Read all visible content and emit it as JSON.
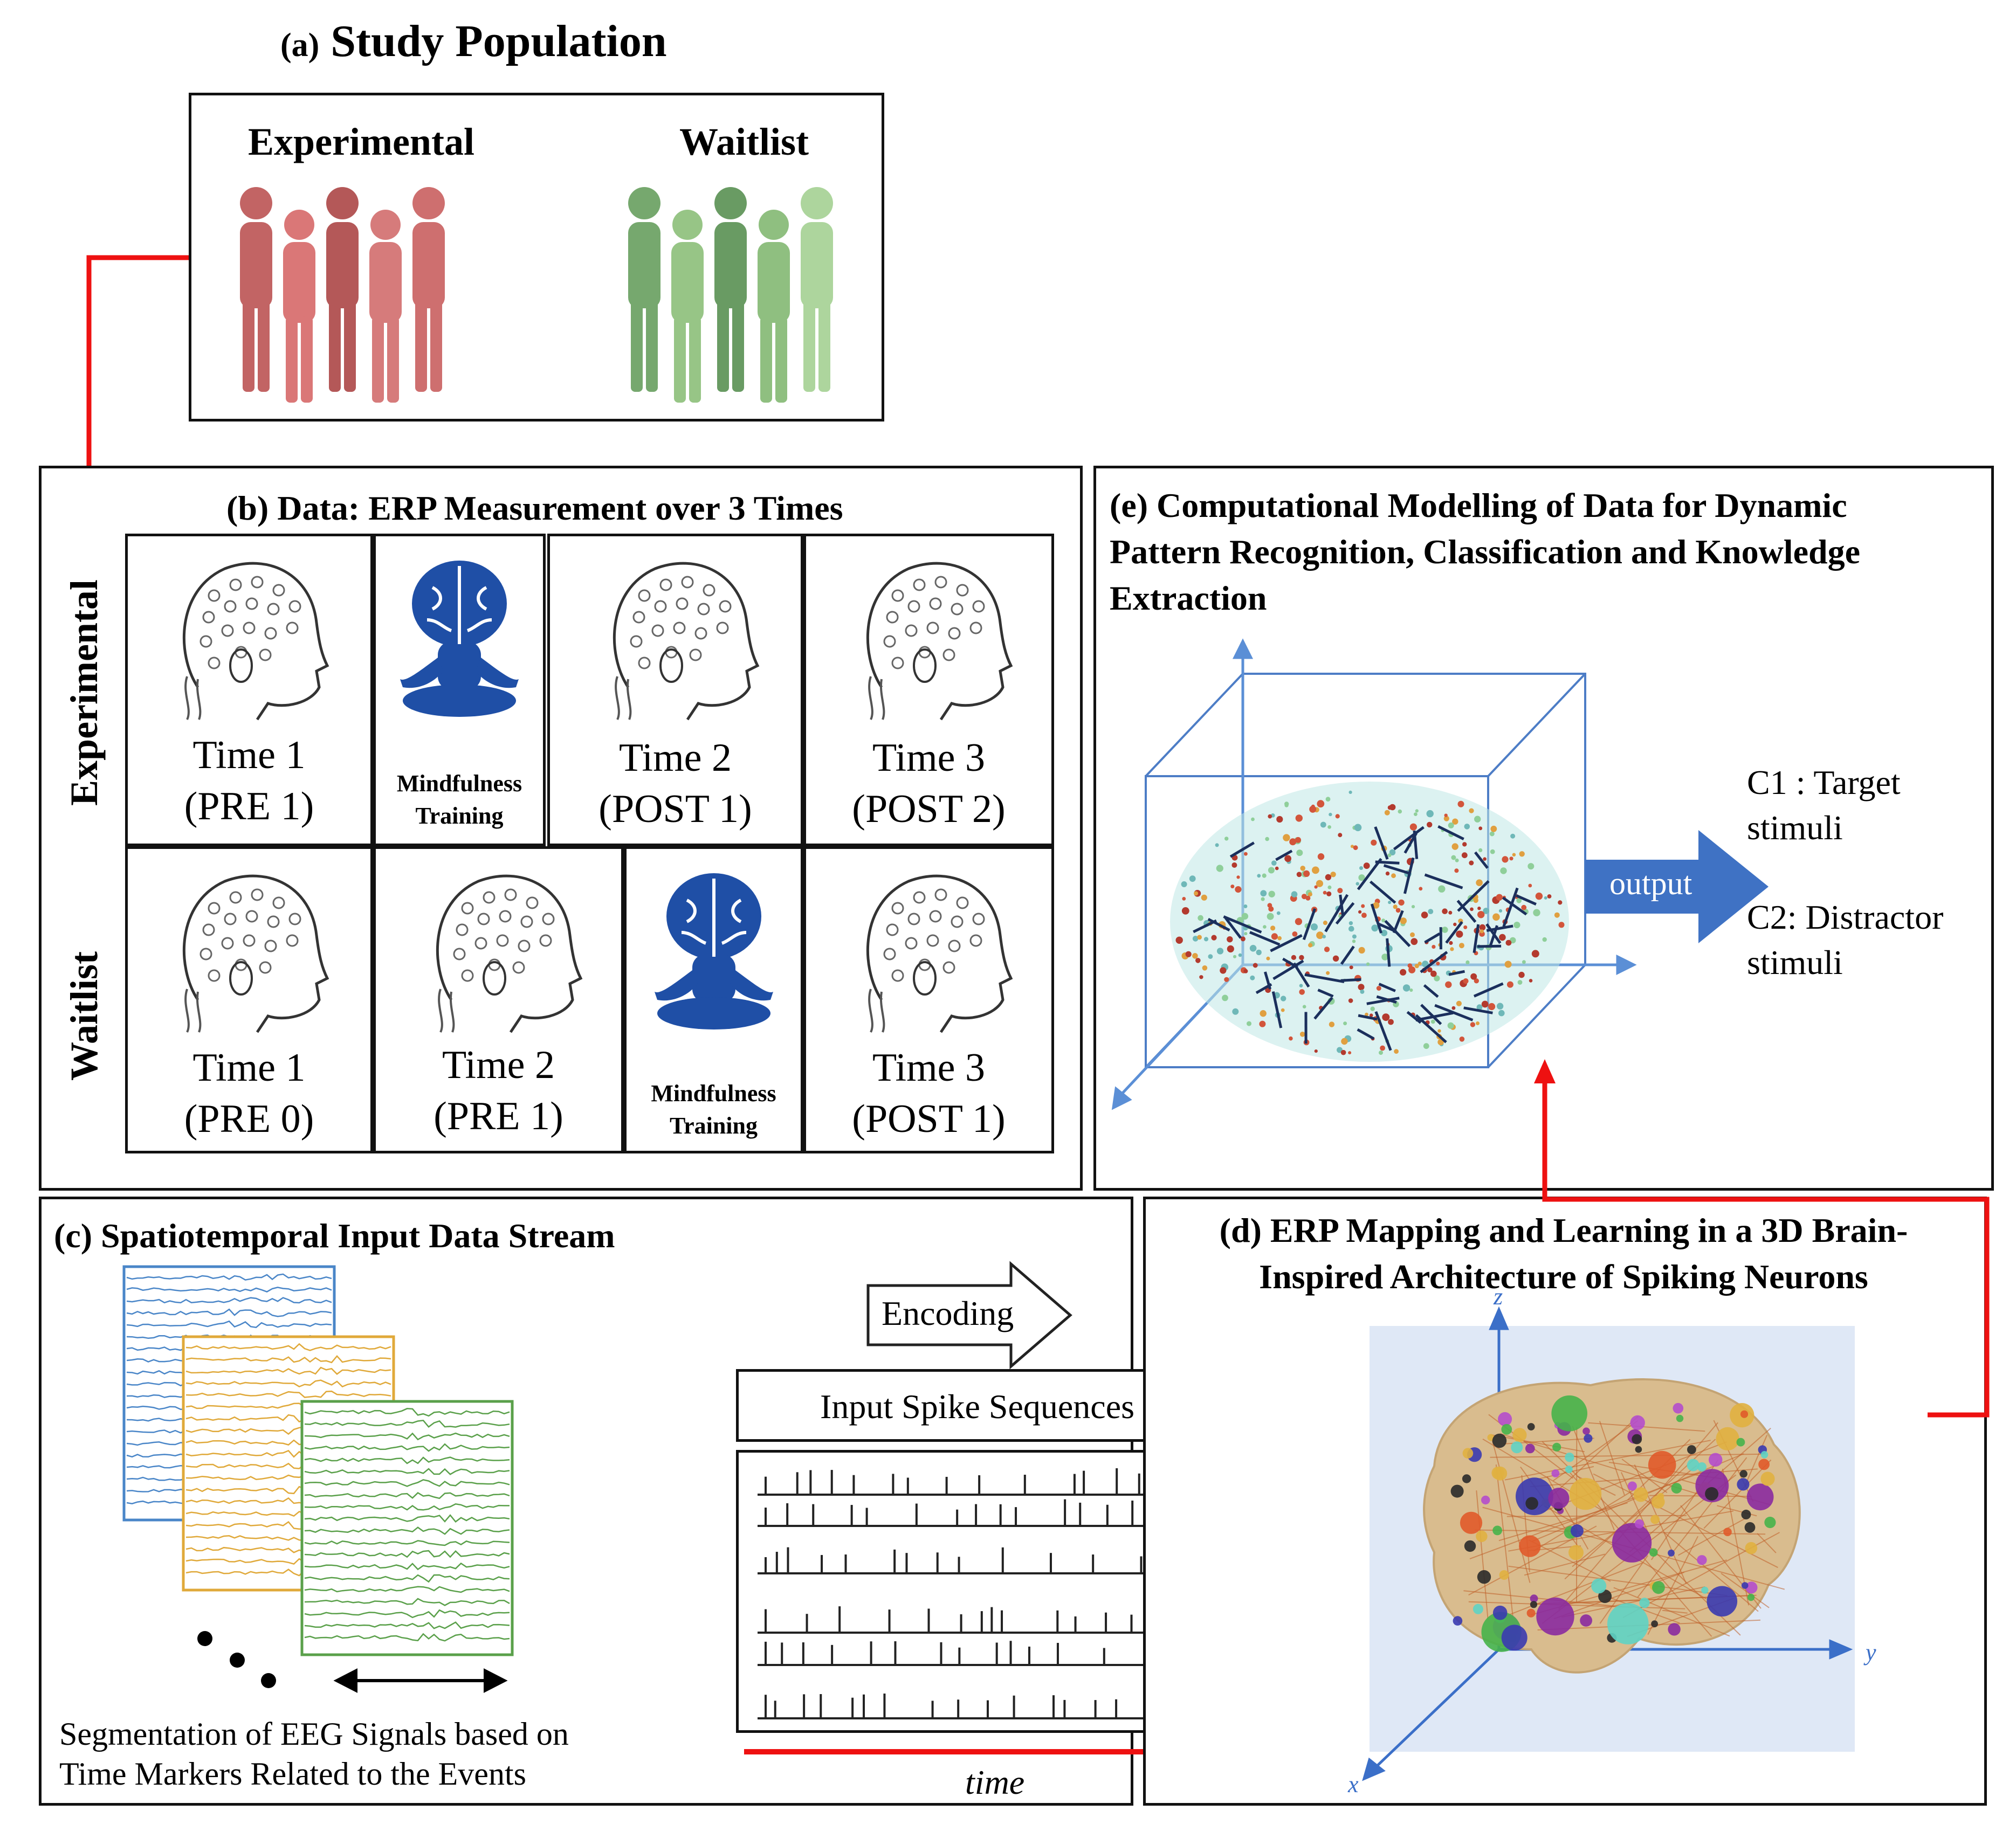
{
  "panel_a": {
    "title": "Study Population",
    "letter": "(a)",
    "group_experimental": "Experimental",
    "group_waitlist": "Waitlist"
  },
  "panel_b": {
    "letter": "(b)",
    "title": "Data: ERP Measurement over 3 Times",
    "row_experimental_label": "Experimental",
    "row_waitlist_label": "Waitlist",
    "experimental_cells": [
      {
        "line1": "Time 1",
        "line2": "(PRE 1)"
      },
      {
        "mind1": "Mindfulness",
        "mind2": "Training"
      },
      {
        "line1": "Time 2",
        "line2": "(POST 1)"
      },
      {
        "line1": "Time 3",
        "line2": "(POST 2)"
      }
    ],
    "waitlist_cells": [
      {
        "line1": "Time 1",
        "line2": "(PRE 0)"
      },
      {
        "line1": "Time 2",
        "line2": "(PRE 1)"
      },
      {
        "mind1": "Mindfulness",
        "mind2": "Training"
      },
      {
        "line1": "Time 3",
        "line2": "(POST 1)"
      }
    ]
  },
  "panel_c": {
    "letter": "(c)",
    "title": "Spatiotemporal Input Data Stream",
    "encoding_label": "Encoding",
    "spike_box_label": "Input Spike Sequences",
    "caption_line1": "Segmentation of EEG Signals based on",
    "caption_line2": "Time Markers Related to the Events",
    "time_label": "time",
    "colors": {
      "blue": "#4a86c8",
      "orange": "#e0a93a",
      "green": "#5aa04a",
      "arrow_red": "#ee1111"
    }
  },
  "panel_d": {
    "letter": "(d)",
    "title_line1": "ERP Mapping and Learning in a 3D Brain-",
    "title_line2": "Inspired Architecture of Spiking Neurons",
    "axis_z": "z",
    "axis_y": "y",
    "axis_x": "x"
  },
  "panel_e": {
    "letter": "(e)",
    "title_line1": "Computational Modelling of Data for Dynamic",
    "title_line2": "Pattern Recognition, Classification and Knowledge",
    "title_line3": "Extraction",
    "output_label": "output",
    "class1_line1": "C1 : Target",
    "class1_line2": "stimuli",
    "class2_line1": "C2: Distractor",
    "class2_line2": "stimuli",
    "output_color": "#3f72c4"
  }
}
